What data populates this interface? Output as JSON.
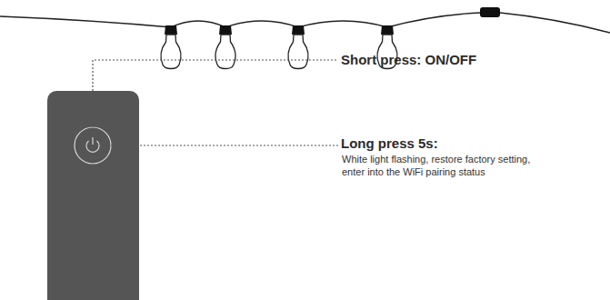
{
  "diagram": {
    "labels": [
      "Short press: ON/OFF",
      "Long press 5s:",
      "White light flashing, restore factory setting, enter into the WiFi pairing status"
    ]
  }
}
